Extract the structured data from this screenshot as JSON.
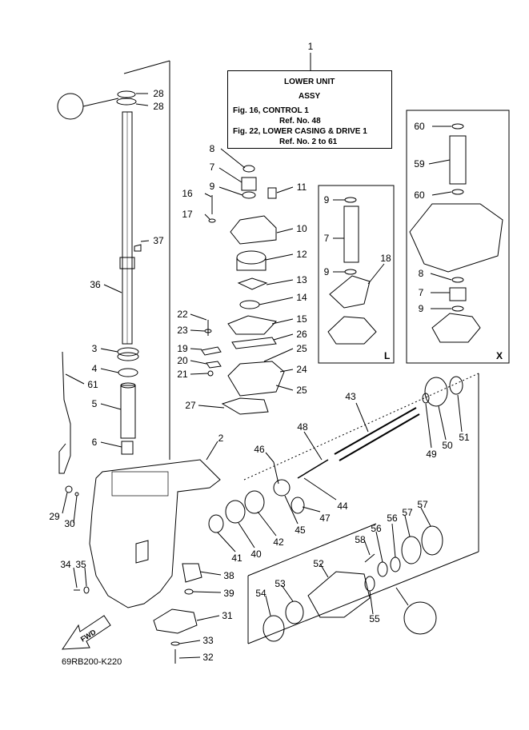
{
  "assembly": {
    "ref_number": "1",
    "title_line1": "LOWER UNIT",
    "title_line2": "ASSY",
    "fig1": "Fig. 16, CONTROL 1",
    "fig1_ref": "Ref. No. 48",
    "fig2": "Fig. 22, LOWER CASING & DRIVE 1",
    "fig2_ref": "Ref. No. 2 to 61"
  },
  "panels": {
    "L": "L",
    "X": "X"
  },
  "direction_label": "FWD",
  "diagram_code": "69RB200-K220",
  "part_numbers": [
    "28",
    "28",
    "37",
    "36",
    "3",
    "4",
    "61",
    "5",
    "6",
    "29",
    "30",
    "34",
    "35",
    "8",
    "7",
    "9",
    "16",
    "17",
    "11",
    "10",
    "12",
    "13",
    "14",
    "22",
    "23",
    "19",
    "20",
    "21",
    "15",
    "26",
    "25",
    "24",
    "25",
    "27",
    "2",
    "9",
    "7",
    "9",
    "18",
    "60",
    "59",
    "60",
    "8",
    "7",
    "9",
    "43",
    "48",
    "46",
    "44",
    "47",
    "45",
    "42",
    "40",
    "41",
    "49",
    "50",
    "51",
    "57",
    "57",
    "56",
    "56",
    "58",
    "52",
    "53",
    "54",
    "55",
    "38",
    "39",
    "31",
    "33",
    "32"
  ]
}
